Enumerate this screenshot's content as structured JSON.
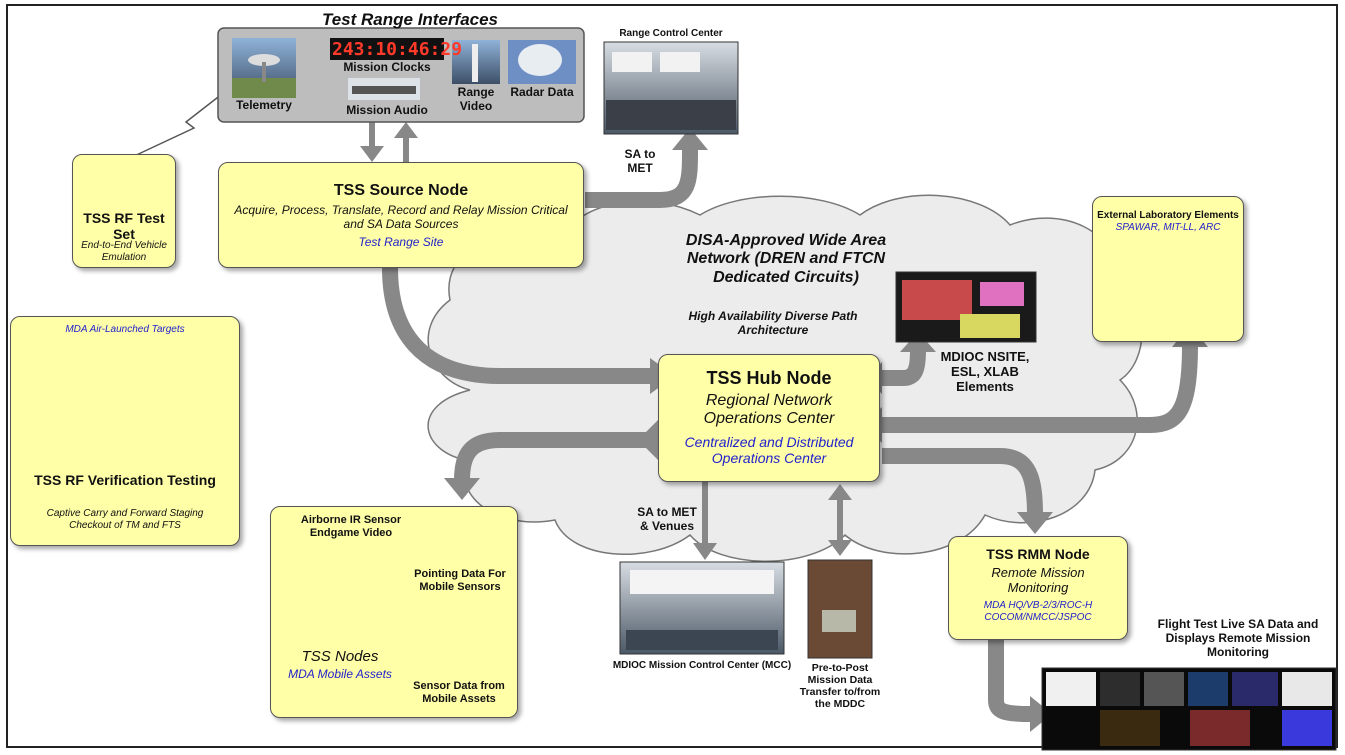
{
  "test_range": {
    "title": "Test Range Interfaces",
    "clock_display": "243:10:46:29",
    "telemetry": "Telemetry",
    "mission_clocks": "Mission Clocks",
    "mission_audio": "Mission Audio",
    "range_video": "Range Video",
    "radar_data": "Radar Data"
  },
  "range_control": {
    "label": "Range Control Center"
  },
  "sa_to_met_top": "SA to MET",
  "rf_test_set": {
    "title": "TSS RF Test Set",
    "subtitle": "End-to-End Vehicle Emulation"
  },
  "source_node": {
    "title": "TSS Source Node",
    "desc": "Acquire, Process, Translate, Record and Relay Mission Critical and SA Data Sources",
    "site": "Test Range Site"
  },
  "wan": {
    "title": "DISA-Approved Wide Area Network (DREN and FTCN Dedicated Circuits)",
    "subtitle": "High Availability Diverse Path Architecture"
  },
  "external_lab": {
    "title": "External Laboratory Elements",
    "orgs": "SPAWAR, MIT-LL, ARC"
  },
  "mdioc_top": {
    "label": "MDIOC NSITE, ESL, XLAB Elements"
  },
  "air_launched": {
    "title": "MDA Air-Launched Targets",
    "caption": "TSS RF Verification Testing",
    "subtitle": "Captive Carry and Forward Staging Checkout of TM and FTS"
  },
  "hub_node": {
    "title": "TSS Hub Node",
    "line": "Regional Network Operations Center",
    "sub": "Centralized and Distributed Operations Center"
  },
  "mobile": {
    "airborne": "Airborne IR Sensor Endgame Video",
    "pointing": "Pointing Data For Mobile Sensors",
    "nodes": "TSS Nodes",
    "assets": "MDA Mobile Assets",
    "sensor": "Sensor Data from Mobile Assets"
  },
  "sa_met_venues": "SA to MET & Venues",
  "mcc": {
    "label": "MDIOC Mission Control Center (MCC)"
  },
  "mddc": {
    "label": "Pre-to-Post Mission Data Transfer to/from the MDDC"
  },
  "rmm_node": {
    "title": "TSS RMM Node",
    "line": "Remote Mission Monitoring",
    "sub": "MDA HQ/VB-2/3/ROC-H COCOM/NMCC/JSPOC"
  },
  "flight_test": {
    "label": "Flight Test Live SA Data and Displays Remote Mission Monitoring"
  },
  "colors": {
    "note_fill": "#ffffa8",
    "arrow": "#888888",
    "cloud": "#ececec",
    "link": "#2222cc"
  }
}
